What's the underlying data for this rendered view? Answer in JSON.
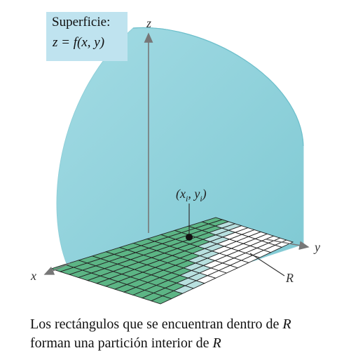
{
  "surface_label": {
    "line1": "Superficie:",
    "line2": "z = f(x, y)"
  },
  "axes": {
    "x": "x",
    "y": "y",
    "z": "z"
  },
  "point_label": {
    "base": "(x",
    "sub1": "i",
    "mid": ", y",
    "sub2": "i",
    "end": ")"
  },
  "region_label": "R",
  "caption": {
    "line1_text": "Los rectángulos que se encuentran dentro de ",
    "line1_var": "R",
    "line2_text": "forman una partición interior de ",
    "line2_var": "R"
  },
  "colors": {
    "surface": "#a8dde6",
    "surface_edge": "#7cc6d2",
    "inner_cell": "#5cb585",
    "boundary_cell": "#b8e0df",
    "outer_cell": "#ffffff",
    "grid_line": "#222222",
    "label_box": "#bfe3ef"
  }
}
